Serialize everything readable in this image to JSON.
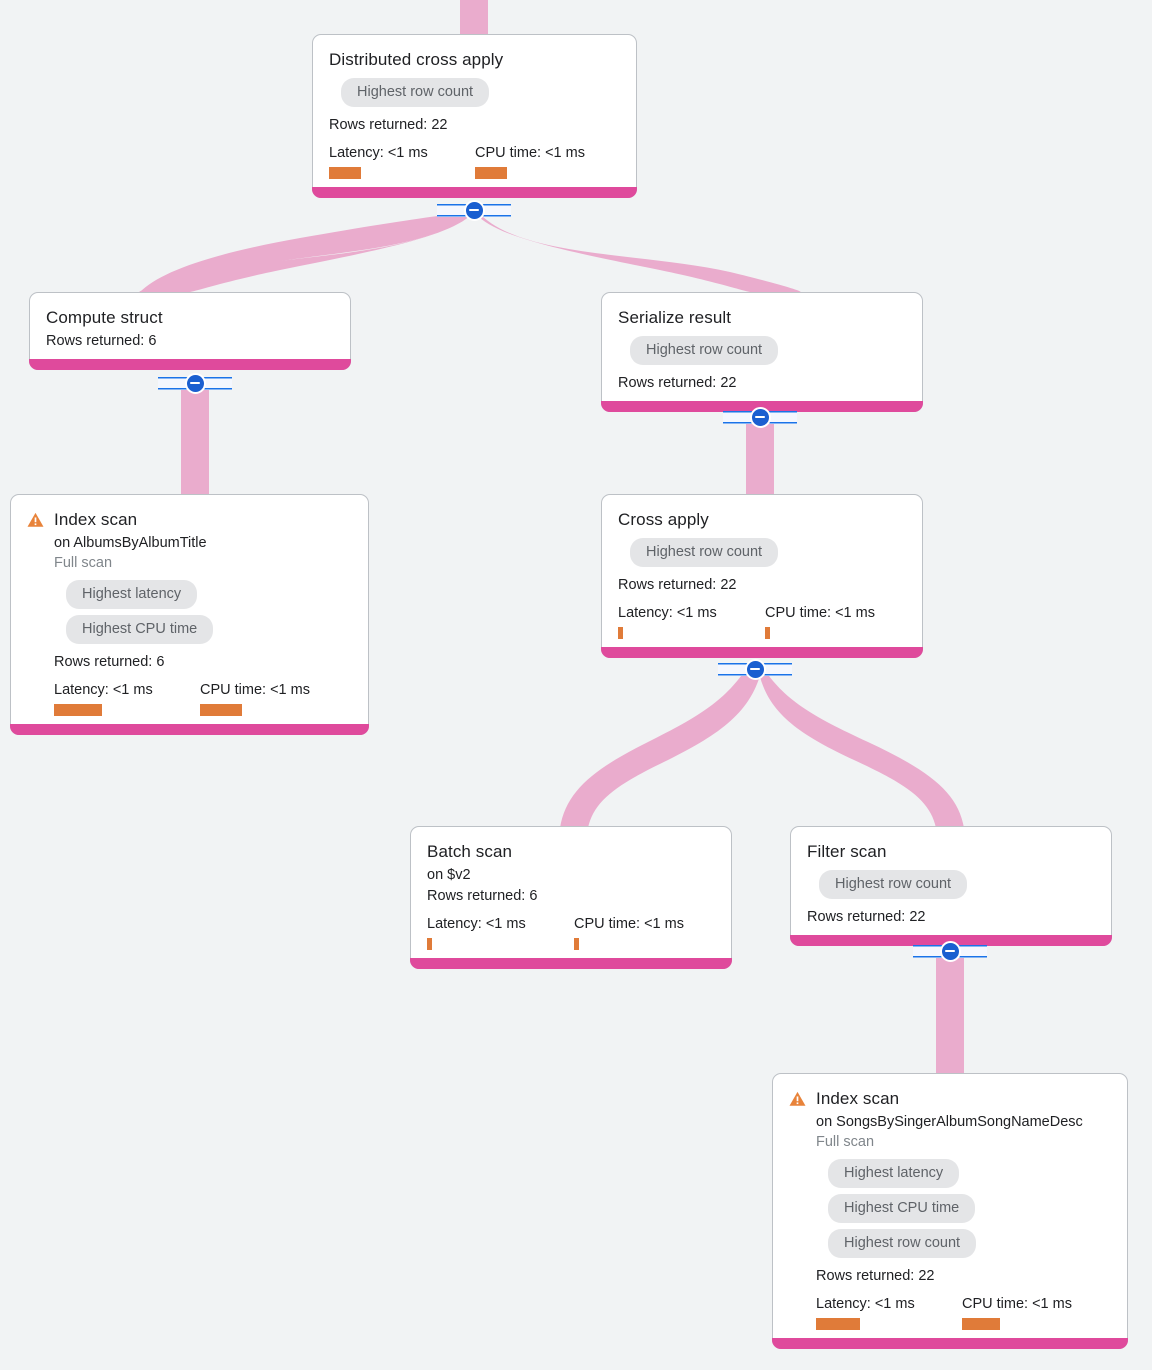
{
  "theme": {
    "page_background": "#f1f3f4",
    "card_background": "#ffffff",
    "card_border": "#bdc1c6",
    "edge_color": "#eaaccd",
    "node_bar_color": "#df4a9c",
    "metric_bar_color": "#e07b39",
    "warning_color": "#e8833a",
    "badge_background": "#e4e5e7",
    "badge_text": "#5f6368",
    "collapse_knob": "#1a5fd0"
  },
  "labels": {
    "rows_returned_prefix": "Rows returned: ",
    "latency_prefix": "Latency: ",
    "cpu_prefix": "CPU time: ",
    "on_prefix": "on "
  },
  "nodes": {
    "distributed_cross_apply": {
      "title": "Distributed cross apply",
      "badges": [
        "Highest row count"
      ],
      "rows_returned": "Rows returned: 22",
      "latency": "Latency: <1 ms",
      "cpu_time": "CPU time: <1 ms"
    },
    "compute_struct": {
      "title": "Compute struct",
      "rows_returned": "Rows returned: 6"
    },
    "serialize_result": {
      "title": "Serialize result",
      "badges": [
        "Highest row count"
      ],
      "rows_returned": "Rows returned: 22"
    },
    "index_scan_albums": {
      "title": "Index scan",
      "target": "on AlbumsByAlbumTitle",
      "scan_type": "Full scan",
      "badges": [
        "Highest latency",
        "Highest CPU time"
      ],
      "rows_returned": "Rows returned: 6",
      "latency": "Latency: <1 ms",
      "cpu_time": "CPU time: <1 ms"
    },
    "cross_apply": {
      "title": "Cross apply",
      "badges": [
        "Highest row count"
      ],
      "rows_returned": "Rows returned: 22",
      "latency": "Latency: <1 ms",
      "cpu_time": "CPU time: <1 ms"
    },
    "batch_scan": {
      "title": "Batch scan",
      "target": "on $v2",
      "rows_returned": "Rows returned: 6",
      "latency": "Latency: <1 ms",
      "cpu_time": "CPU time: <1 ms"
    },
    "filter_scan": {
      "title": "Filter scan",
      "badges": [
        "Highest row count"
      ],
      "rows_returned": "Rows returned: 22"
    },
    "index_scan_songs": {
      "title": "Index scan",
      "target": "on SongsBySingerAlbumSongNameDesc",
      "scan_type": "Full scan",
      "badges": [
        "Highest latency",
        "Highest CPU time",
        "Highest row count"
      ],
      "rows_returned": "Rows returned: 22",
      "latency": "Latency: <1 ms",
      "cpu_time": "CPU time: <1 ms"
    }
  }
}
